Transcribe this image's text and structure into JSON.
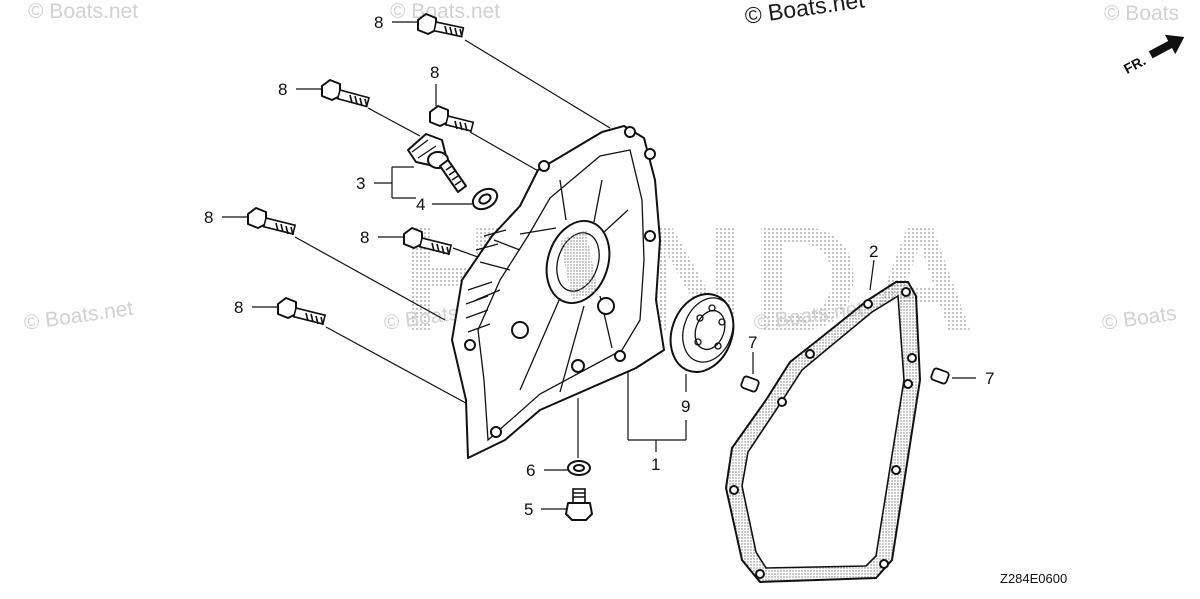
{
  "watermarks": {
    "main": "© Boats.net",
    "faint": "© Boats.net",
    "faint_cut": "© Boats"
  },
  "direction_marker": "FR.",
  "brand_mark": "HONDA",
  "reference_code": "Z284E0600",
  "callouts": {
    "c1": "1",
    "c2": "2",
    "c3": "3",
    "c4": "4",
    "c5": "5",
    "c6": "6",
    "c7": "7",
    "c8": "8",
    "c9": "9"
  },
  "colors": {
    "line": "#111111",
    "watermark": "#d2d2d2",
    "background": "#ffffff"
  }
}
